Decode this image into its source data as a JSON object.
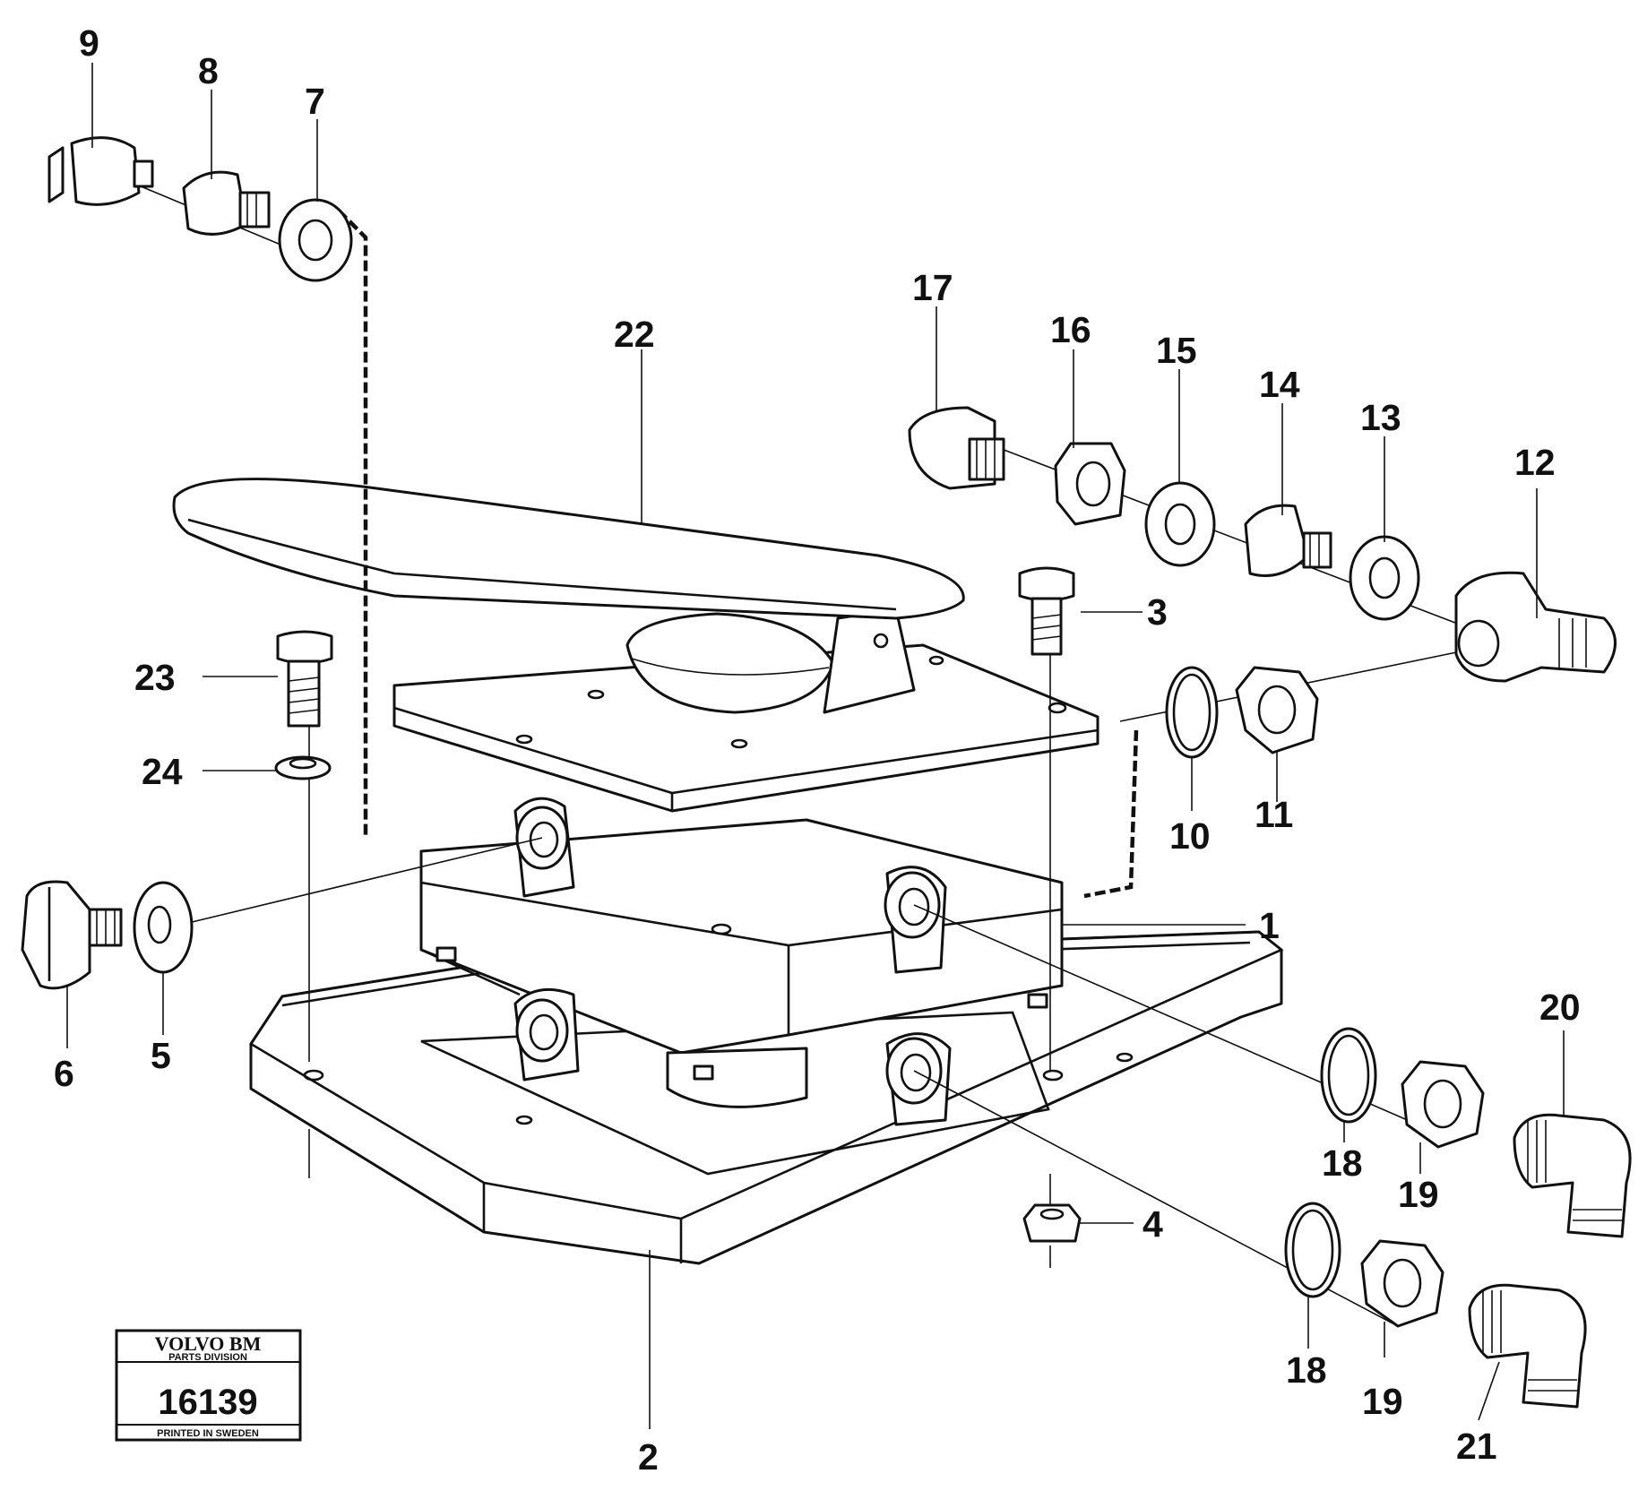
{
  "callouts": {
    "c1": "1",
    "c2": "2",
    "c3": "3",
    "c4": "4",
    "c5": "5",
    "c6": "6",
    "c7": "7",
    "c8": "8",
    "c9": "9",
    "c10": "10",
    "c11": "11",
    "c12": "12",
    "c13": "13",
    "c14": "14",
    "c15": "15",
    "c16": "16",
    "c17": "17",
    "c18a": "18",
    "c18b": "18",
    "c19a": "19",
    "c19b": "19",
    "c20": "20",
    "c21": "21",
    "c22": "22",
    "c23": "23",
    "c24": "24"
  },
  "stamp": {
    "brand": "VOLVO BM",
    "division": "PARTS DIVISION",
    "number": "16139",
    "printed": "PRINTED IN SWEDEN"
  }
}
